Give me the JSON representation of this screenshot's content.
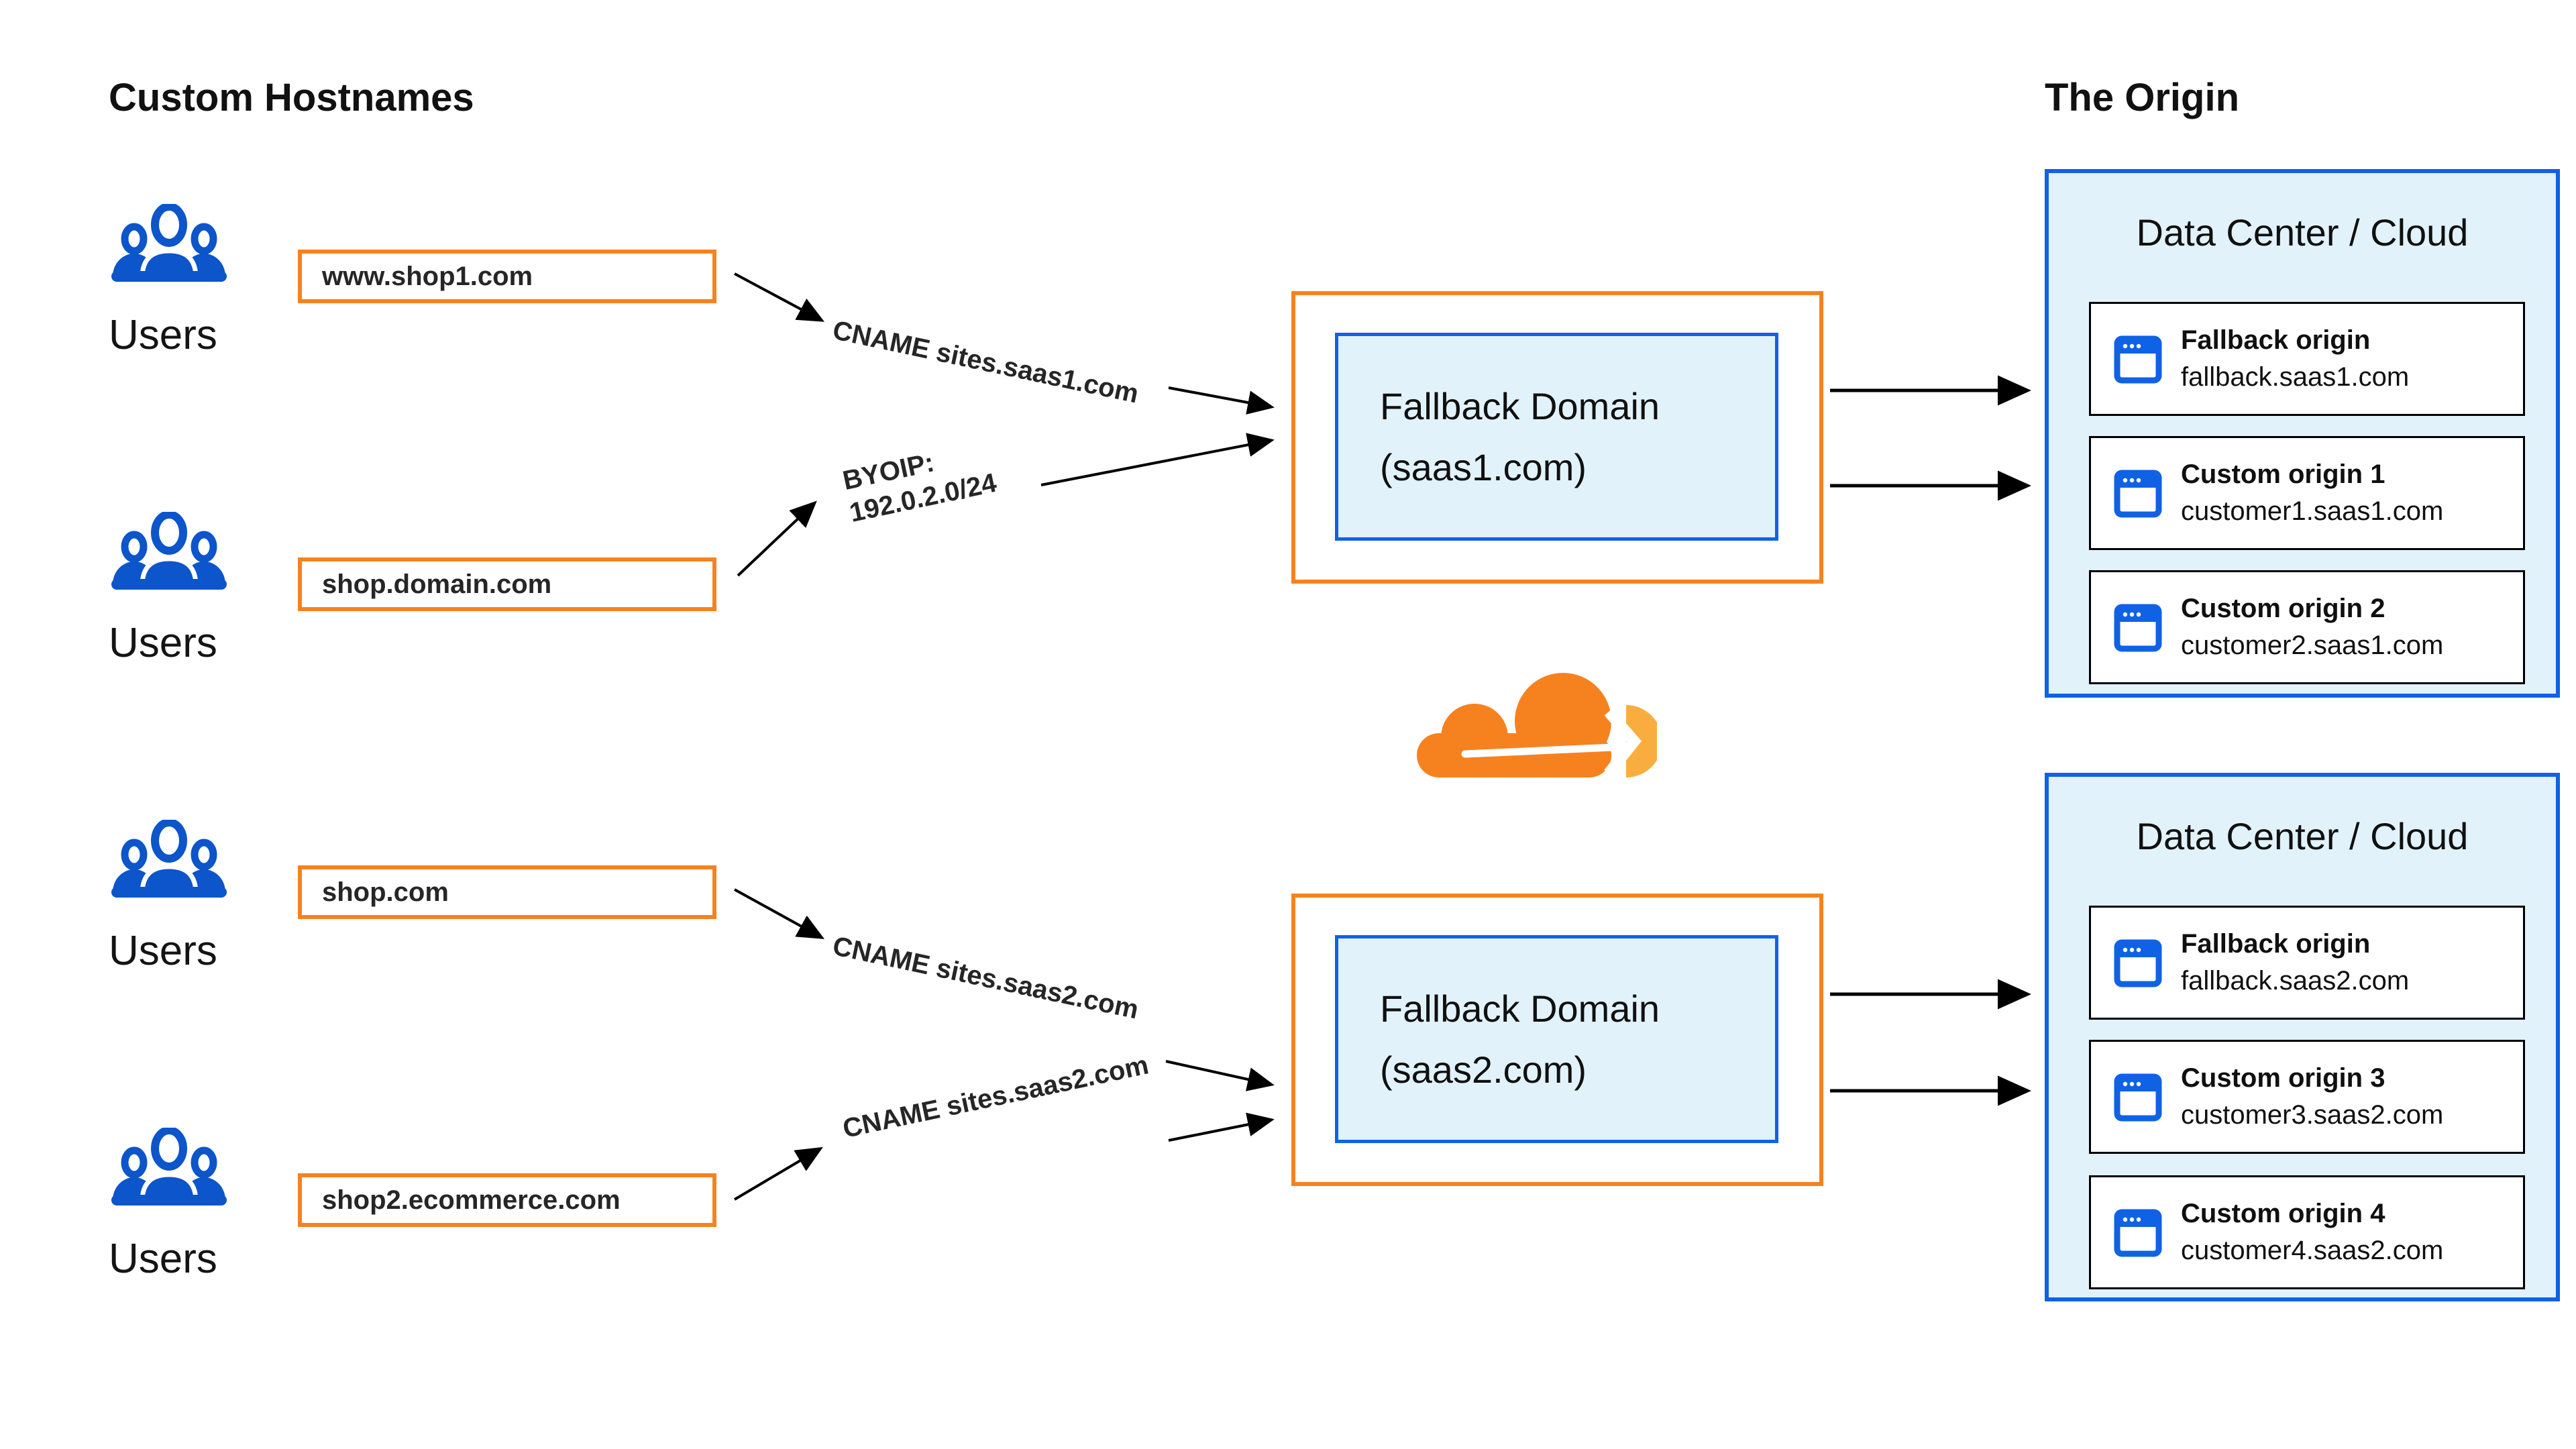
{
  "titles": {
    "left": "Custom Hostnames",
    "right": "The Origin"
  },
  "users_label": "Users",
  "hostnames": [
    "www.shop1.com",
    "shop.domain.com",
    "shop.com",
    "shop2.ecommerce.com"
  ],
  "edge_labels": {
    "cname_saas1": "CNAME sites.saas1.com",
    "byoip_line1": "BYOIP:",
    "byoip_line2": "192.0.2.0/24",
    "cname_saas2_upper": "CNAME sites.saas2.com",
    "cname_saas2_lower": "CNAME sites.saas2.com"
  },
  "fallback_domains": [
    {
      "line1": "Fallback Domain",
      "line2": "(saas1.com)"
    },
    {
      "line1": "Fallback Domain",
      "line2": "(saas2.com)"
    }
  ],
  "data_centers": [
    {
      "title": "Data Center / Cloud",
      "cards": [
        {
          "title": "Fallback origin",
          "host": "fallback.saas1.com"
        },
        {
          "title": "Custom origin 1",
          "host": "customer1.saas1.com"
        },
        {
          "title": "Custom origin 2",
          "host": "customer2.saas1.com"
        }
      ]
    },
    {
      "title": "Data Center / Cloud",
      "cards": [
        {
          "title": "Fallback origin",
          "host": "fallback.saas2.com"
        },
        {
          "title": "Custom origin 3",
          "host": "customer3.saas2.com"
        },
        {
          "title": "Custom origin 4",
          "host": "customer4.saas2.com"
        }
      ]
    }
  ],
  "icons": {
    "users": "users-group-icon",
    "origin_card": "browser-window-icon",
    "center": "cloudflare-logo"
  },
  "colors": {
    "accent_orange": "#F6821F",
    "accent_blue": "#1062E5",
    "light_blue_fill": "#E2F2FB",
    "cloud_orange": "#F6821F",
    "cloud_light_orange": "#FAAD3F",
    "text": "#1B1B1B"
  }
}
